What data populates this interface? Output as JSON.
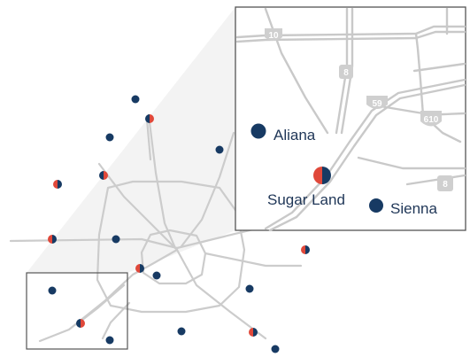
{
  "colors": {
    "marker_blue": "#173a63",
    "marker_red": "#e0483a",
    "road": "#c9c9c9",
    "shield": "#cfcfcf",
    "frame": "#555555"
  },
  "labels": {
    "aliana": "Aliana",
    "sugar_land": "Sugar Land",
    "sienna": "Sienna"
  },
  "shields": {
    "i10": "10",
    "hw8_a": "8",
    "us59": "59",
    "loop610": "610",
    "hw8_b": "8"
  },
  "legend_semantics": {
    "marker_types": [
      "blue-dot",
      "half-blue-half-red-dot"
    ]
  }
}
